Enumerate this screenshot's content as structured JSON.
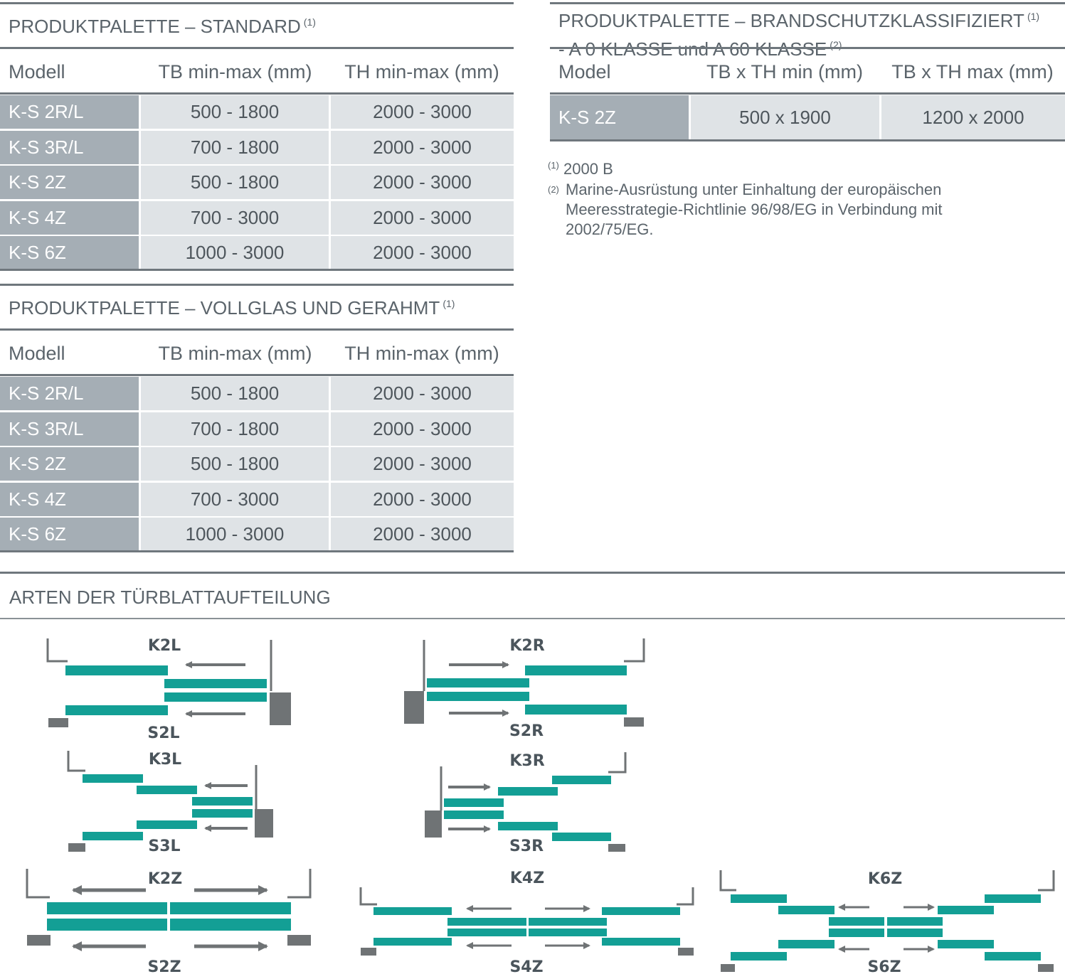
{
  "table_standard": {
    "title": "PRODUKTPALETTE – STANDARD",
    "title_note": "(1)",
    "headers": [
      "Modell",
      "TB min-max (mm)",
      "TH min-max (mm)"
    ],
    "rows": [
      [
        "K-S 2R/L",
        "500 - 1800",
        "2000 - 3000"
      ],
      [
        "K-S 3R/L",
        "700 - 1800",
        "2000 - 3000"
      ],
      [
        "K-S 2Z",
        "500 - 1800",
        "2000 - 3000"
      ],
      [
        "K-S 4Z",
        "700 - 3000",
        "2000 - 3000"
      ],
      [
        "K-S 6Z",
        "1000 - 3000",
        "2000 - 3000"
      ]
    ]
  },
  "table_glass": {
    "title": "PRODUKTPALETTE – VOLLGLAS UND GERAHMT",
    "title_note": "(1)",
    "headers": [
      "Modell",
      "TB min-max (mm)",
      "TH min-max (mm)"
    ],
    "rows": [
      [
        "K-S 2R/L",
        "500 - 1800",
        "2000 - 3000"
      ],
      [
        "K-S 3R/L",
        "700 - 1800",
        "2000 - 3000"
      ],
      [
        "K-S 2Z",
        "500 - 1800",
        "2000 - 3000"
      ],
      [
        "K-S 4Z",
        "700 - 3000",
        "2000 - 3000"
      ],
      [
        "K-S 6Z",
        "1000 - 3000",
        "2000 - 3000"
      ]
    ]
  },
  "table_fire": {
    "title_line1": "PRODUKTPALETTE – BRANDSCHUTZKLASSIFIZIERT",
    "title_line1_note": "(1)",
    "title_line2": "- A 0 KLASSE und A 60 KLASSE",
    "title_line2_note": "(2)",
    "headers": [
      "Model",
      "TB x TH min (mm)",
      "TB x TH max (mm)"
    ],
    "rows": [
      [
        "K-S 2Z",
        "500 x 1900",
        "1200 x 2000"
      ]
    ]
  },
  "footnotes": [
    {
      "mark": "(1)",
      "text": "2000 B"
    },
    {
      "mark": "(2)",
      "text_lines": [
        "Marine-Ausrüstung unter Einhaltung der europäischen",
        "Meeresstrategie-Richtlinie 96/98/EG in Verbindung mit",
        "2002/75/EG."
      ]
    }
  ],
  "diagrams": {
    "title": "ARTEN DER TÜRBLATTAUFTEILUNG",
    "labels": {
      "k2l": "K2L",
      "s2l": "S2L",
      "k2r": "K2R",
      "s2r": "S2R",
      "k3l": "K3L",
      "s3l": "S3L",
      "k3r": "K3R",
      "s3r": "S3R",
      "k2z": "K2Z",
      "s2z": "S2Z",
      "k4z": "K4Z",
      "s4z": "S4Z",
      "k6z": "K6Z",
      "s6z": "S6Z"
    },
    "colors": {
      "leaf": "#139f95",
      "arrow": "#6f7375",
      "frame": "#6f7375"
    }
  }
}
